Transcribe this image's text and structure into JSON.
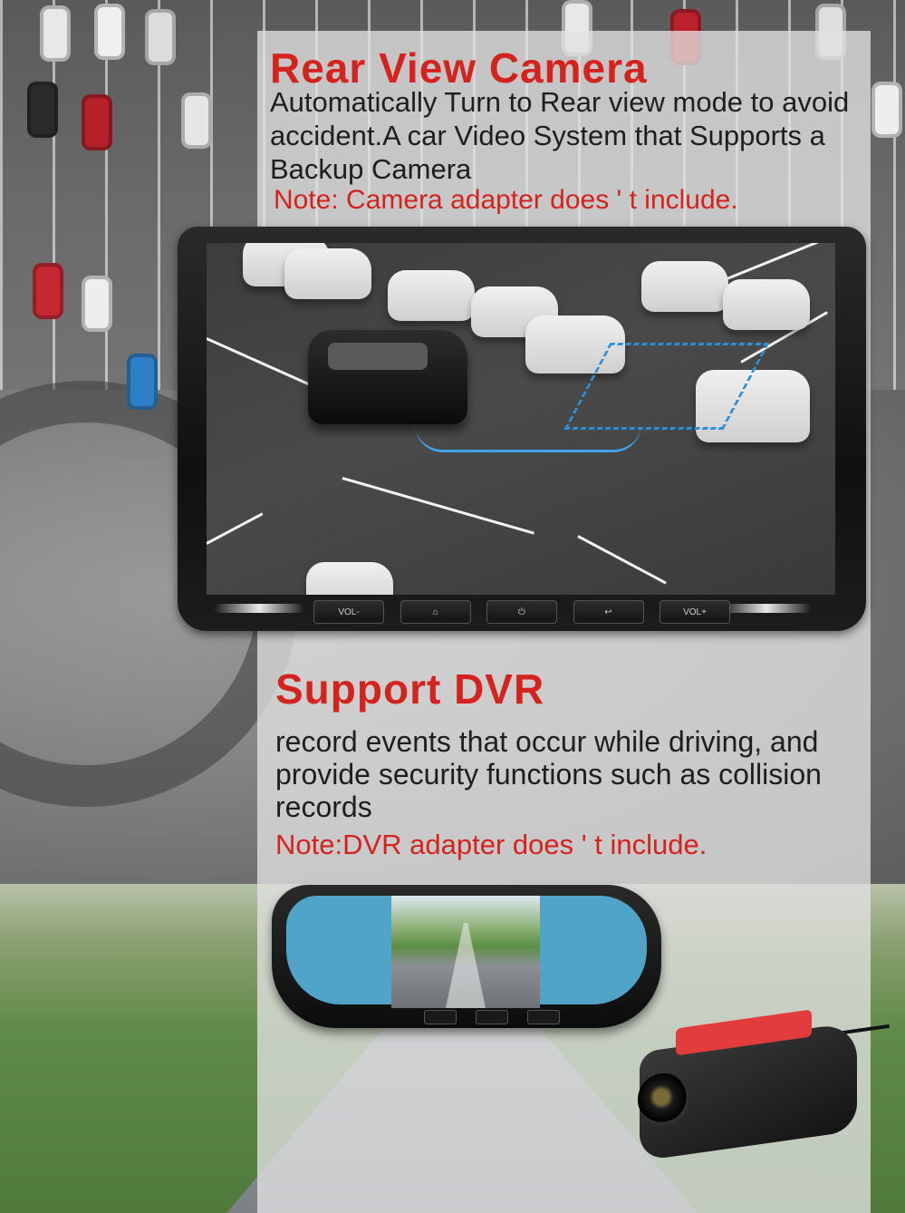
{
  "rear_view": {
    "title": "Rear View Camera",
    "description": "Automatically Turn to Rear view mode to avoid accident.A car Video System that Supports a Backup Camera",
    "note": "Note:  Camera adapter does ' t include."
  },
  "head_unit": {
    "buttons": {
      "vol_down": "VOL-",
      "home": "⌂",
      "power": "⏻",
      "back": "↩",
      "vol_up": "VOL+"
    }
  },
  "dvr": {
    "title": "Support DVR",
    "description": "record events that occur while driving, and provide security functions such as collision records",
    "note": "Note:DVR adapter does ' t include."
  },
  "colors": {
    "title_red": "#d4231e",
    "body_text": "#1e1e1e",
    "panel": "#e2e2e2"
  }
}
